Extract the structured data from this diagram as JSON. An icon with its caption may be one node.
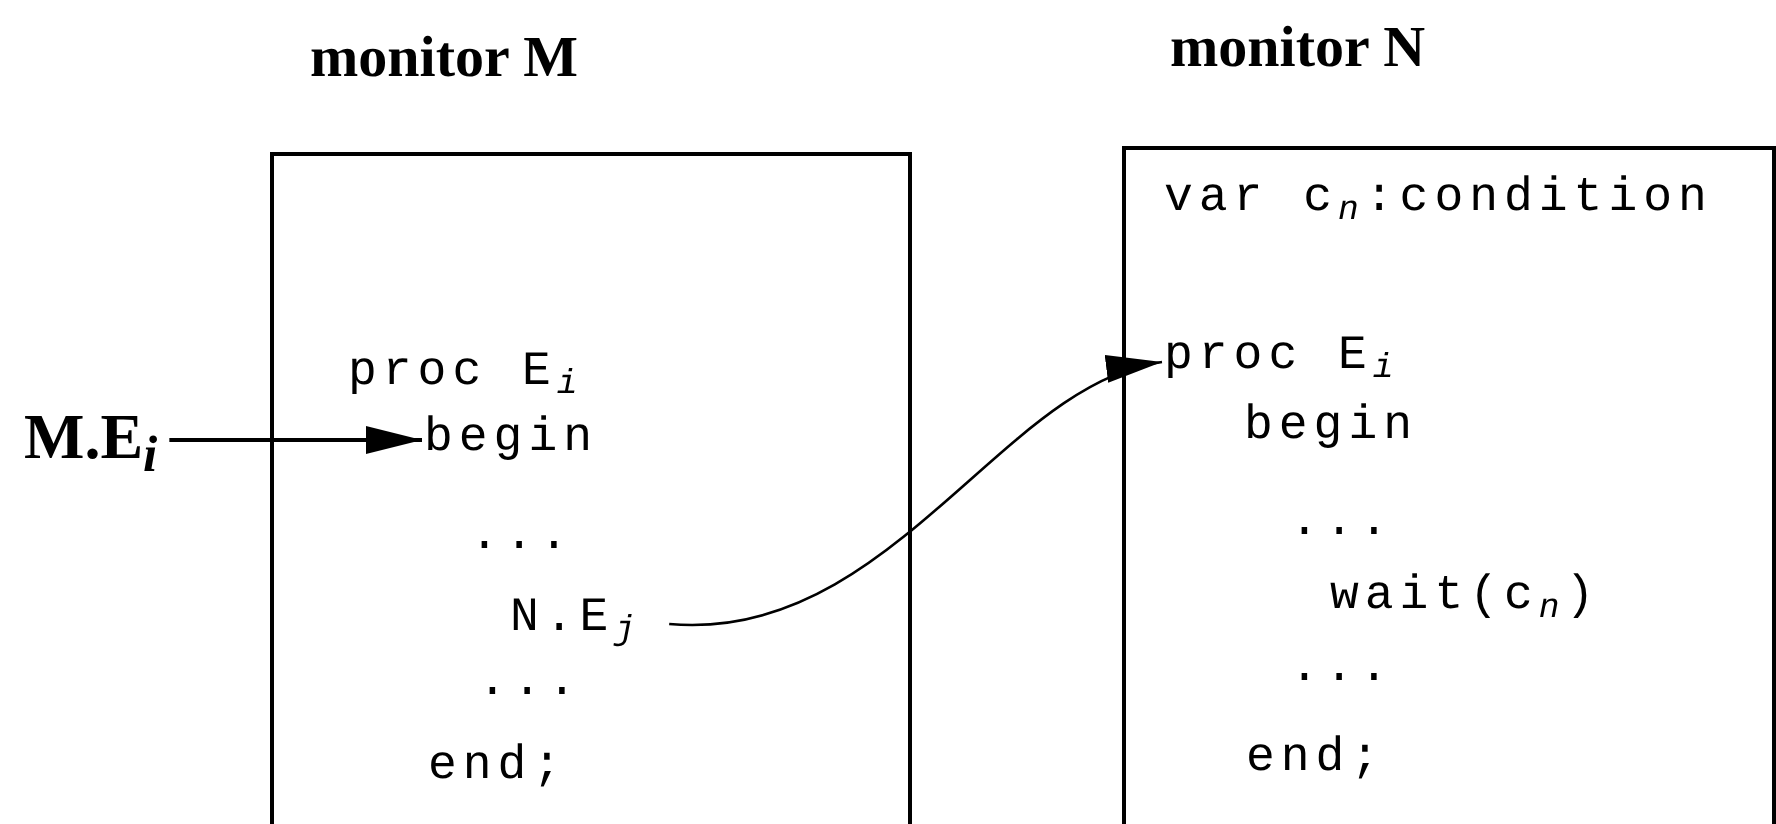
{
  "diagram": {
    "nodes": [
      {
        "text": [
          "monitor M"
        ]
      },
      {
        "text": [
          "monitor N"
        ]
      },
      {
        "text": [
          "M.E$_{i}$"
        ]
      },
      {
        "text": [
          "begin"
        ],
        "in": 0
      },
      {
        "text": [
          "N.E$_{j}$"
        ],
        "in": 0
      },
      {
        "text": [
          "proc E$_{i}$"
        ],
        "in": 1
      }
    ],
    "edges": [
      {
        "from": 2,
        "to": 3,
        "arrow": "to"
      },
      {
        "from": 4,
        "to": 5,
        "arrow": "to"
      }
    ],
    "labels": [
      "proc E$_{i}$",
      "...",
      "...",
      "end;",
      "var c$_{n}$:condition",
      "begin",
      "...",
      "wait(c$_{n}$)",
      "...",
      "end;"
    ]
  }
}
